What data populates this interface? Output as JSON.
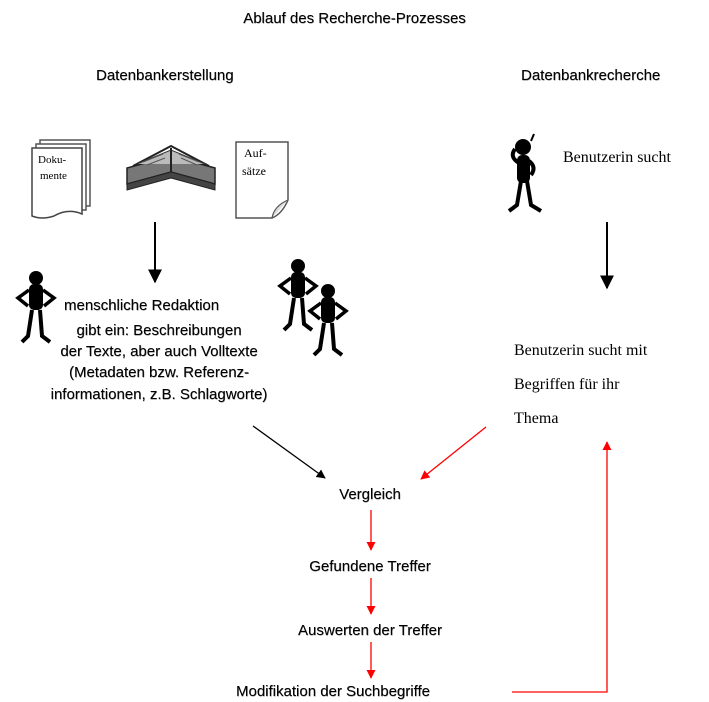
{
  "title": "Ablauf des Recherche-Prozesses",
  "left_column": {
    "heading": "Datenbankerstellung",
    "doc1_line1": "Doku-",
    "doc1_line2": "mente",
    "doc2_line1": "Auf-",
    "doc2_line2": "sätze",
    "redaktion": "menschliche Redaktion",
    "desc_line1": "gibt ein: Beschreibungen",
    "desc_line2": "der Texte, aber auch Volltexte",
    "desc_line3": "(Metadaten bzw. Referenz-",
    "desc_line4": "informationen, z.B. Schlagworte)"
  },
  "right_column": {
    "heading": "Datenbankrecherche",
    "user_searches": "Benutzerin sucht",
    "query_line1": "Benutzerin sucht mit",
    "query_line2": "Begriffen für ihr",
    "query_line3": "Thema"
  },
  "flow": {
    "compare": "Vergleich",
    "found": "Gefundene Treffer",
    "evaluate": "Auswerten der Treffer",
    "modify": "Modifikation der Suchbegriffe"
  },
  "colors": {
    "black_arrow": "#000000",
    "red_arrow": "#ff0000",
    "icon_gray": "#888888"
  },
  "icons": [
    "document-stack-icon",
    "open-book-icon",
    "paper-sheet-icon",
    "thinking-person-icon",
    "person-icon"
  ]
}
